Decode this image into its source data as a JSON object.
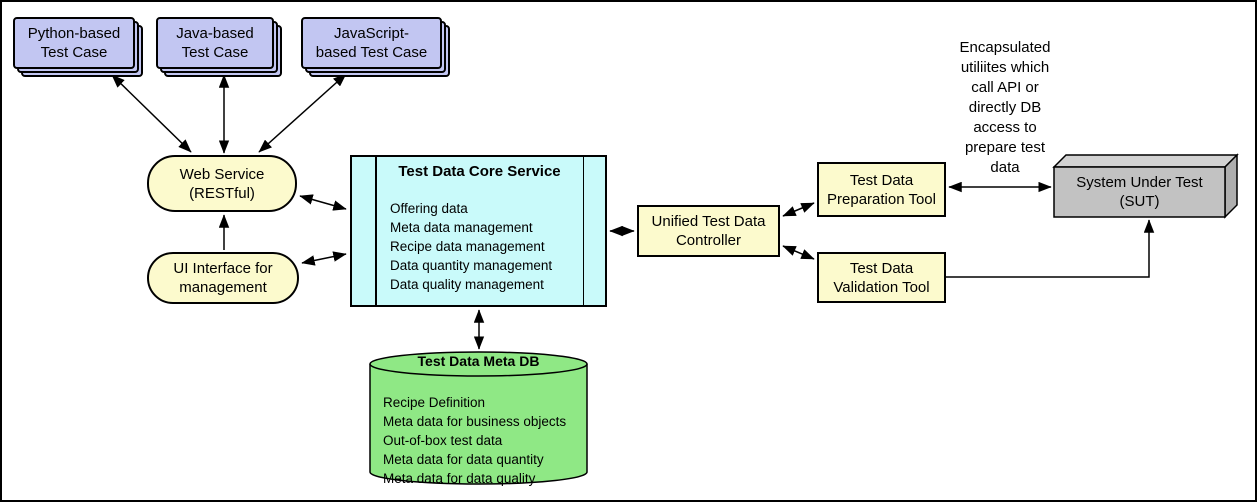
{
  "colors": {
    "test_case_fill": "#c2c6f2",
    "service_fill": "#fcfacd",
    "core_fill": "#c9fafa",
    "db_fill": "#8fe885",
    "sut_front": "#c2c2c2",
    "sut_top": "#d2d2d2",
    "sut_side": "#aeaeae",
    "line": "#000000"
  },
  "test_cases": [
    {
      "label": "Python-based\nTest Case"
    },
    {
      "label": "Java-based\nTest Case"
    },
    {
      "label": "JavaScript-\nbased Test Case"
    }
  ],
  "web_service": {
    "label": "Web Service\n(RESTful)"
  },
  "ui_interface": {
    "label": "UI Interface for\nmanagement"
  },
  "core_service": {
    "title": "Test Data Core Service",
    "items": [
      "Offering data",
      "Meta data management",
      "Recipe data management",
      "Data quantity management",
      "Data quality management"
    ]
  },
  "controller": {
    "label": "Unified Test Data\nController"
  },
  "preparation_tool": {
    "label": "Test Data\nPreparation Tool"
  },
  "validation_tool": {
    "label": "Test Data\nValidation Tool"
  },
  "sut": {
    "label": "System Under Test\n(SUT)"
  },
  "meta_db": {
    "title": "Test Data Meta DB",
    "items": [
      "Recipe Definition",
      "Meta data for business objects",
      "Out-of-box test data",
      "Meta data for data quantity",
      "Meta data for data quality"
    ]
  },
  "annotation": {
    "text": "Encapsulated\nutiliites which\ncall API or\ndirectly DB\naccess to\nprepare test\ndata"
  }
}
